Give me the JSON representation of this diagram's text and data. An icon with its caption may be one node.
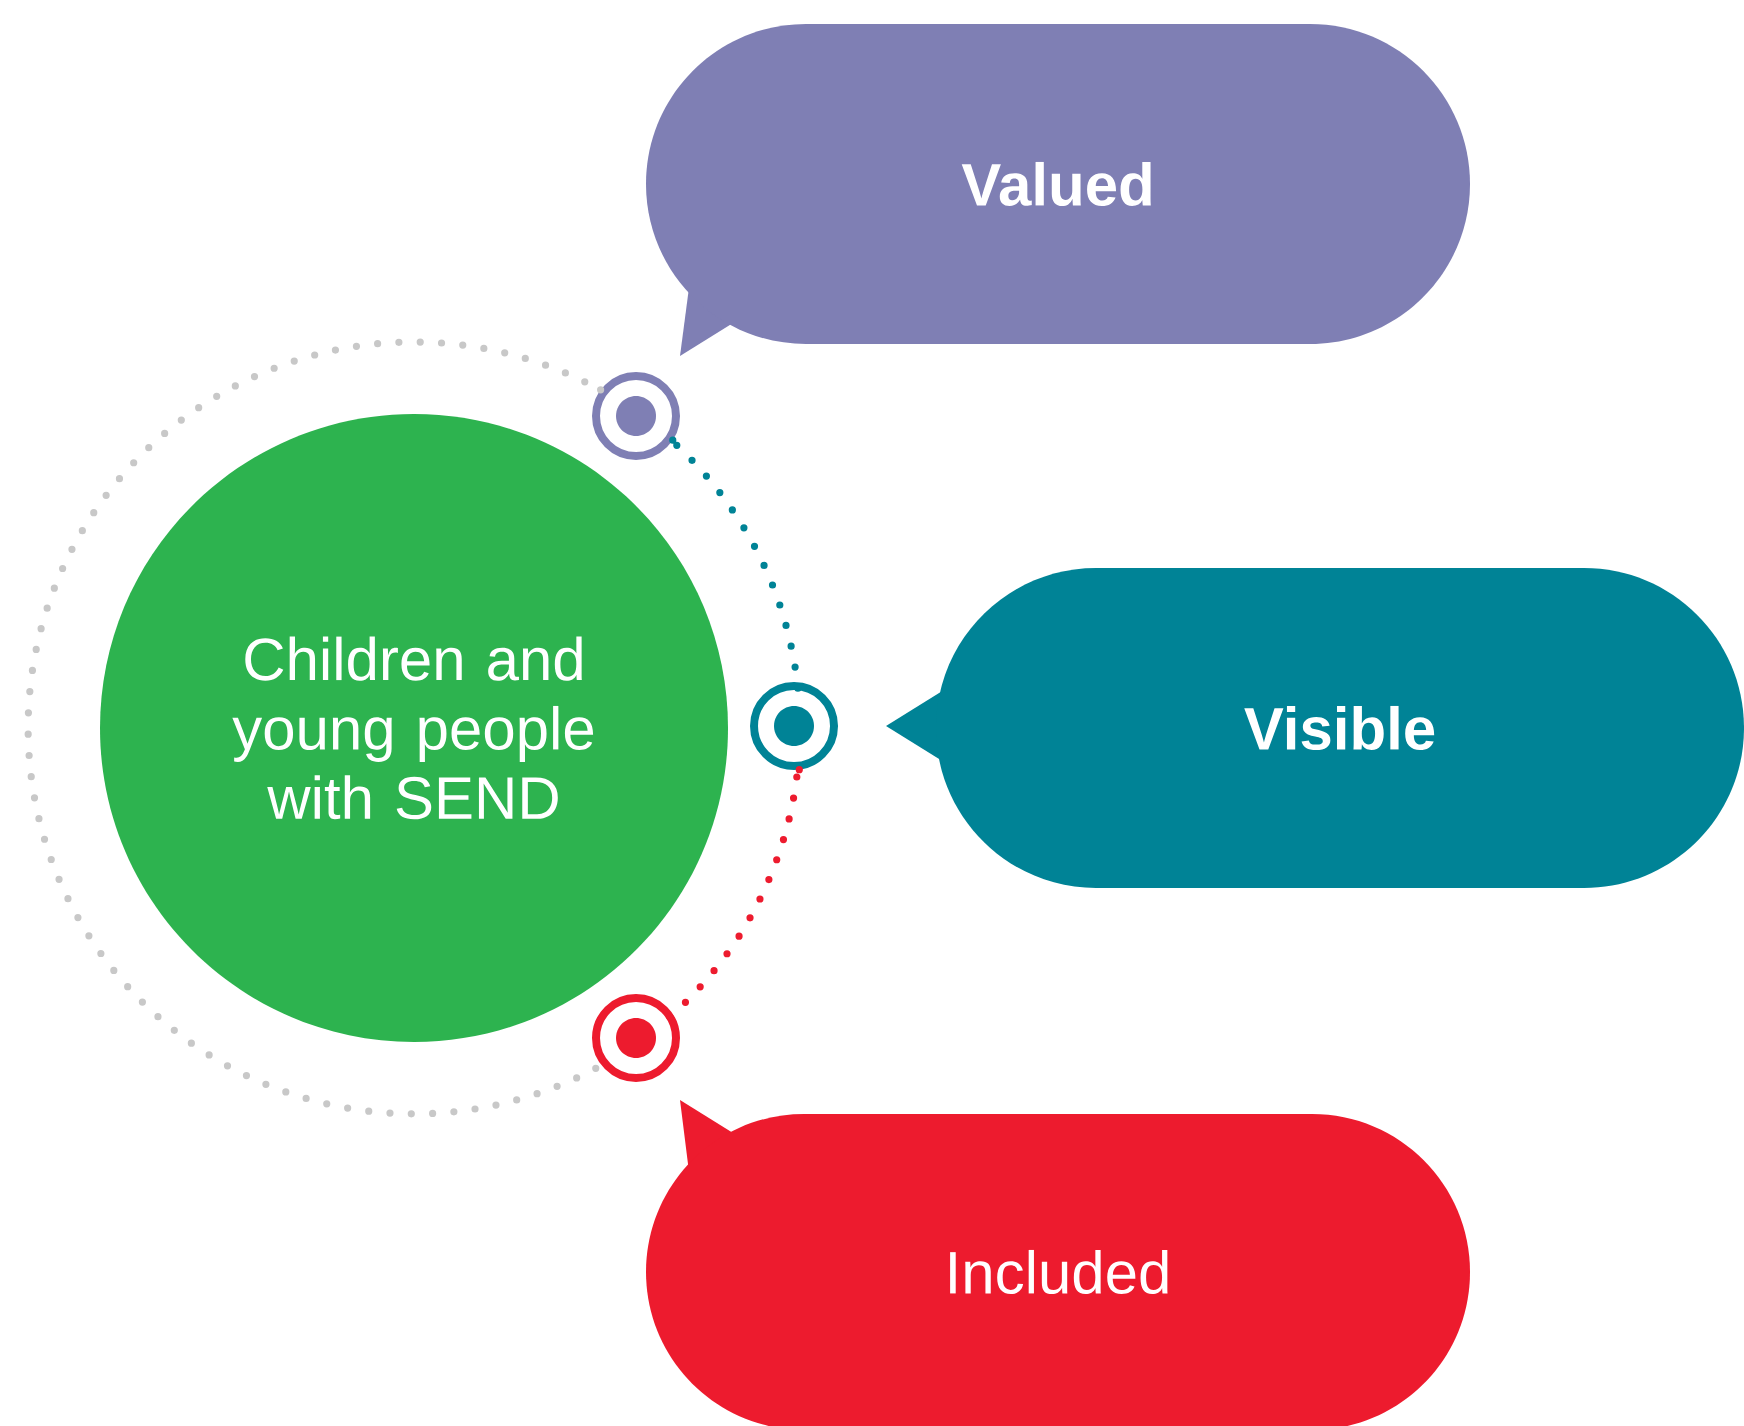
{
  "diagram": {
    "nodes": [
      {
        "text": [
          "Children and young people with SEND"
        ]
      },
      {
        "text": [
          "Valued"
        ]
      },
      {
        "text": [
          "Visible"
        ]
      },
      {
        "text": [
          "Included"
        ]
      },
      {
        "text": [],
        "shape": "circle"
      },
      {
        "text": [],
        "shape": "circle"
      },
      {
        "text": [],
        "shape": "circle"
      }
    ],
    "edges": [
      {
        "from": 4,
        "to": 5,
        "arrow": "none",
        "style": "dashed",
        "color": "#008396"
      },
      {
        "from": 5,
        "to": 6,
        "arrow": "none",
        "style": "dashed",
        "color": "#ed1b2e"
      },
      {
        "from": 4,
        "to": 6,
        "arrow": "none",
        "style": "dashed",
        "color": "#c8c8c8"
      }
    ]
  }
}
